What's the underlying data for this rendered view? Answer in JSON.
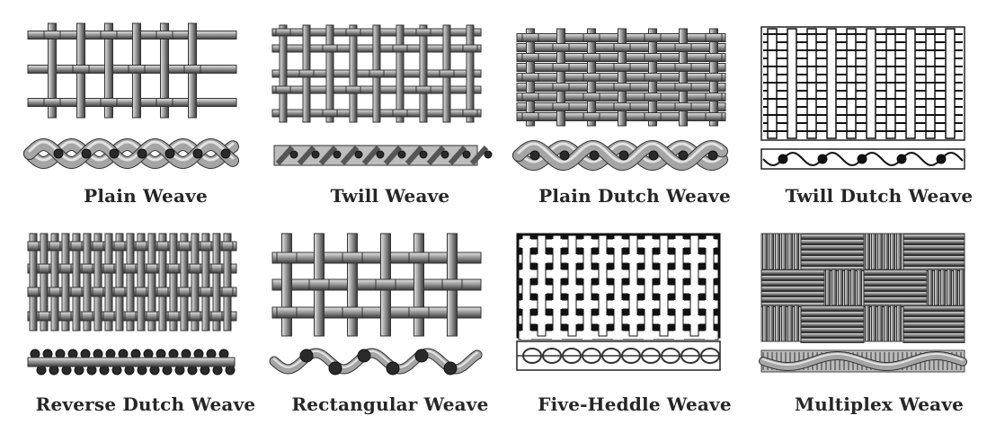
{
  "weaves": [
    {
      "id": "plain",
      "label": "Plain Weave"
    },
    {
      "id": "twill",
      "label": "Twill Weave"
    },
    {
      "id": "plain-dutch",
      "label": "Plain Dutch Weave"
    },
    {
      "id": "twill-dutch",
      "label": "Twill Dutch Weave"
    },
    {
      "id": "reverse-dutch",
      "label": "Reverse Dutch Weave"
    },
    {
      "id": "rectangular",
      "label": "Rectangular Weave"
    },
    {
      "id": "five-heddle",
      "label": "Five-Heddle Weave"
    },
    {
      "id": "multiplex",
      "label": "Multiplex Weave"
    }
  ]
}
